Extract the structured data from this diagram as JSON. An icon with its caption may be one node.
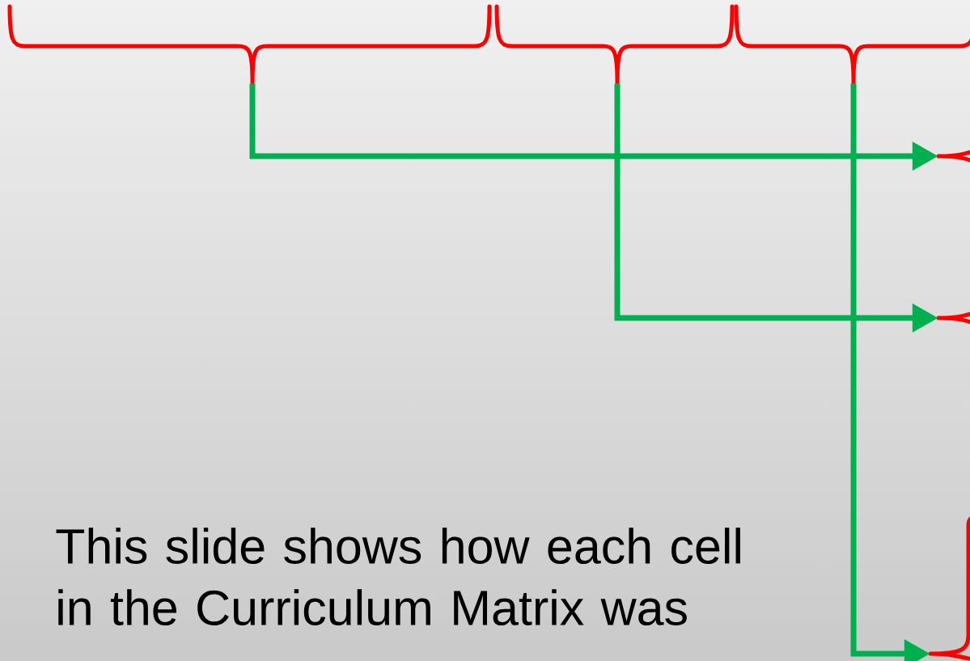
{
  "diagram": {
    "nodes": [
      {
        "text": [],
        "shape": "brace"
      },
      {
        "text": [],
        "shape": "brace"
      },
      {
        "text": [],
        "shape": "brace"
      },
      {
        "text": [],
        "shape": "brace"
      },
      {
        "text": [],
        "shape": "brace"
      },
      {
        "text": [],
        "shape": "brace"
      }
    ],
    "edges": [
      {
        "from": 0,
        "to": 3,
        "arrow": "to"
      },
      {
        "from": 1,
        "to": 4,
        "arrow": "to"
      },
      {
        "from": 2,
        "to": 5,
        "arrow": "to"
      }
    ],
    "labels": [
      "This slide shows how each cell in the Curriculum Matrix was"
    ]
  }
}
